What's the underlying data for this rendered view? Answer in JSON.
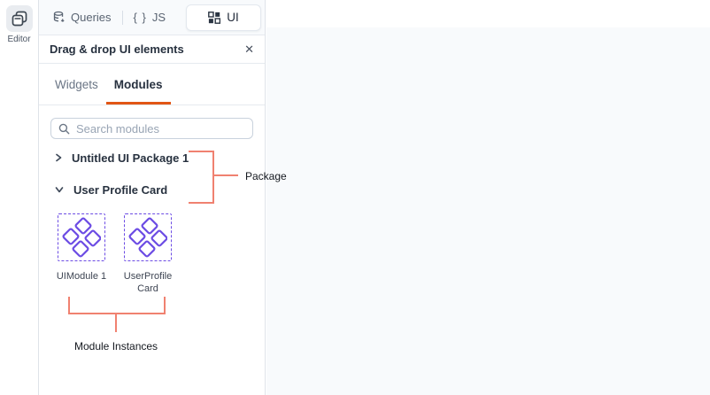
{
  "rail": {
    "editor": {
      "label": "Editor"
    }
  },
  "topbar": {
    "queries_label": "Queries",
    "js_icon_glyph": "{ }",
    "js_label": "JS",
    "ui_label": "UI"
  },
  "panel": {
    "title": "Drag & drop UI elements",
    "close_glyph": "✕",
    "tabs": [
      {
        "label": "Widgets",
        "active": false
      },
      {
        "label": "Modules",
        "active": true
      }
    ],
    "search_placeholder": "Search modules",
    "tree": [
      {
        "label": "Untitled UI Package 1",
        "state": "collapsed"
      },
      {
        "label": "User Profile Card",
        "state": "expanded"
      }
    ],
    "modules": [
      {
        "label": "UIModule 1"
      },
      {
        "label": "UserProfileCard"
      }
    ]
  },
  "annotations": {
    "package": "Package",
    "module_instances": "Module Instances"
  },
  "colors": {
    "accent_orange": "#E15615",
    "module_purple": "#6C4CE4",
    "annotation_salmon": "#F08170",
    "canvas_gray": "#F8FAFC",
    "border_gray": "#DFE3E9"
  }
}
